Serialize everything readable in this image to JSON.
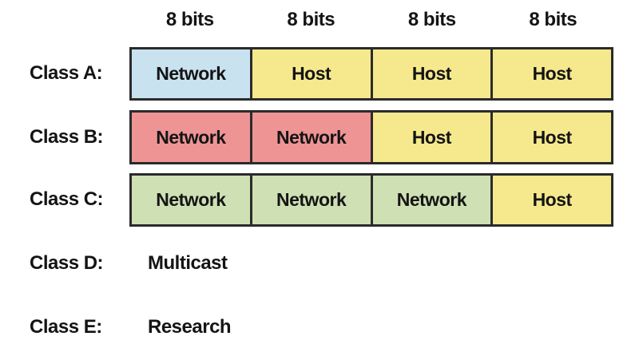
{
  "bit_headers": [
    "8 bits",
    "8 bits",
    "8 bits",
    "8 bits"
  ],
  "rows": [
    {
      "label": "Class A:",
      "cells": [
        {
          "text": "Network",
          "color_key": "class_a_network"
        },
        {
          "text": "Host",
          "color_key": "host"
        },
        {
          "text": "Host",
          "color_key": "host"
        },
        {
          "text": "Host",
          "color_key": "host"
        }
      ]
    },
    {
      "label": "Class B:",
      "cells": [
        {
          "text": "Network",
          "color_key": "class_b_network"
        },
        {
          "text": "Network",
          "color_key": "class_b_network"
        },
        {
          "text": "Host",
          "color_key": "host"
        },
        {
          "text": "Host",
          "color_key": "host"
        }
      ]
    },
    {
      "label": "Class C:",
      "cells": [
        {
          "text": "Network",
          "color_key": "class_c_network"
        },
        {
          "text": "Network",
          "color_key": "class_c_network"
        },
        {
          "text": "Network",
          "color_key": "class_c_network"
        },
        {
          "text": "Host",
          "color_key": "host"
        }
      ]
    }
  ],
  "plain_rows": [
    {
      "label": "Class D:",
      "value": "Multicast"
    },
    {
      "label": "Class E:",
      "value": "Research"
    }
  ],
  "colors": {
    "class_a_network": "#c9e2f0",
    "class_b_network": "#ee9495",
    "class_c_network": "#cfe0b4",
    "host": "#f6e98d",
    "border": "#2b2b2b",
    "text": "#141414",
    "background": "#ffffff"
  }
}
